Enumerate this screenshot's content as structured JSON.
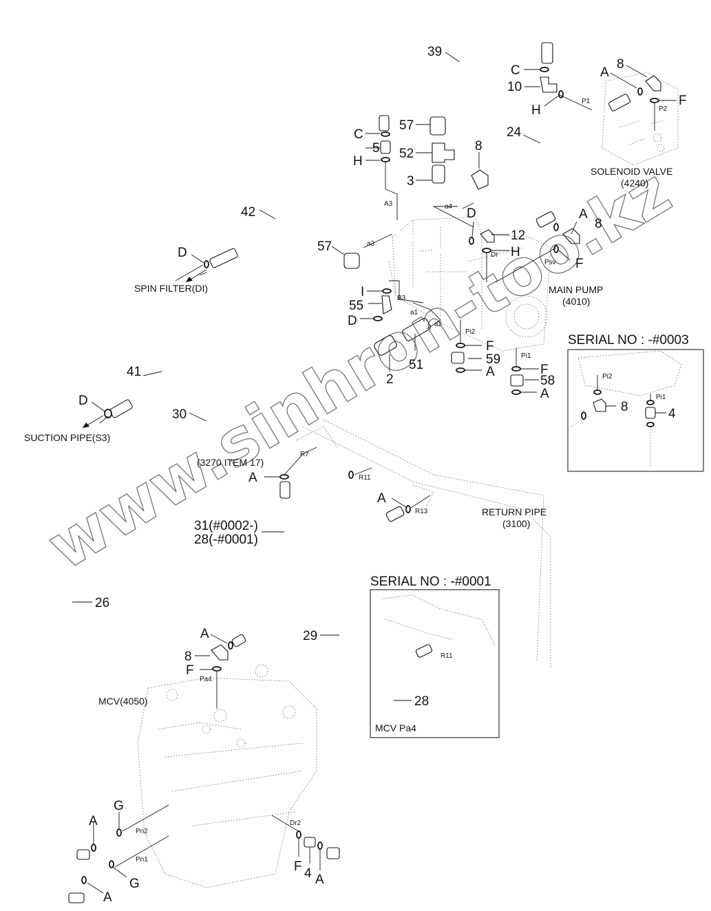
{
  "diagram": {
    "title": "Main pump / MCV hydraulic piping parts diagram",
    "watermark": "www.sinhron-too.kz",
    "components": {
      "solenoid_valve": {
        "name": "SOLENOID VALVE",
        "code": "(4240)"
      },
      "main_pump": {
        "name": "MAIN PUMP",
        "code": "(4010)"
      },
      "mcv": {
        "name": "MCV(4050)"
      },
      "return_pipe": {
        "name": "RETURN PIPE",
        "code": "(3100)"
      },
      "spin_filter": {
        "name": "SPIN FILTER(DI)"
      },
      "suction_pipe": {
        "name": "SUCTION PIPE(S3)"
      },
      "item_ref": {
        "name": "(3270 ITEM 17)"
      }
    },
    "part_numbers": {
      "p39": "39",
      "p10": "10",
      "p8a": "8",
      "p24": "24",
      "p57a": "57",
      "p52": "52",
      "p3": "3",
      "p8b": "8",
      "p5": "5",
      "p42": "42",
      "p57b": "57",
      "p12": "12",
      "p8c": "8",
      "p55": "55",
      "p51": "51",
      "p2": "2",
      "p59": "59",
      "p58": "58",
      "p41": "41",
      "p30": "30",
      "p31": "31(#0002-)",
      "p28": "28(-#0001)",
      "p26": "26",
      "p29": "29",
      "p8d": "8",
      "p4": "4"
    },
    "oring_letters": {
      "c1": "C",
      "c2": "C",
      "h1": "H",
      "h2": "H",
      "h3": "H",
      "a1": "A",
      "a2": "A",
      "a3": "A",
      "a4": "A",
      "a5": "A",
      "a6": "A",
      "a7": "A",
      "a8": "A",
      "a9": "A",
      "a10": "A",
      "f1": "F",
      "f2": "F",
      "f3": "F",
      "f4": "F",
      "f5": "F",
      "f6": "F",
      "d1": "D",
      "d2": "D",
      "d3": "D",
      "d4": "D",
      "i1": "I",
      "g1": "G",
      "g2": "G"
    },
    "port_labels": {
      "p1": "P1",
      "p2": "P2",
      "a3": "A3",
      "a4": "a4",
      "a3l": "a3",
      "dr": "Dr",
      "psv": "Psv",
      "b3": "B3",
      "a1": "a1",
      "a2": "a2",
      "pi2": "Pi2",
      "pi1": "Pi1",
      "r7": "R7",
      "r11": "R11",
      "r13": "R13",
      "pa4": "Pa4",
      "pn2": "Pn2",
      "pn1": "Pn1",
      "dr2": "Dr2"
    },
    "insets": [
      {
        "title": "SERIAL NO : -#0003",
        "parts": [
          "8",
          "4"
        ],
        "ports": [
          "Pi2",
          "Pi1"
        ]
      },
      {
        "title": "SERIAL NO : -#0001",
        "parts": [
          "28"
        ],
        "ports": [
          "R11"
        ],
        "footer": "MCV  Pa4"
      }
    ]
  }
}
